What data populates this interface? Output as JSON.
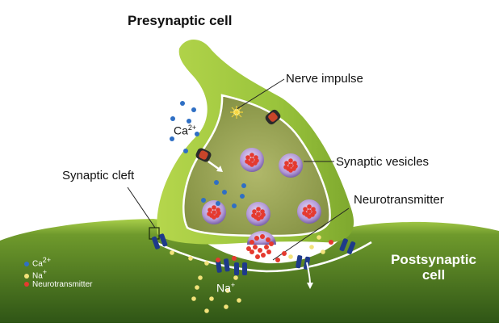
{
  "title": "Presynaptic cell",
  "labels": {
    "nerve_impulse": "Nerve impulse",
    "synaptic_vesicles": "Synaptic vesicles",
    "synaptic_cleft": "Synaptic cleft",
    "neurotransmitter": "Neurotransmitter",
    "postsynaptic_line1": "Postsynaptic",
    "postsynaptic_line2": "cell"
  },
  "ions": {
    "ca_base": "Ca",
    "ca_charge": "2+",
    "na_base": "Na",
    "na_charge": "+"
  },
  "legend": [
    {
      "base": "Ca",
      "charge": "2+",
      "color": "#2f6fc4"
    },
    {
      "base": "Na",
      "charge": "+",
      "color": "#f2e27a"
    },
    {
      "base": "Neurotransmitter",
      "charge": "",
      "color": "#e53a2f"
    }
  ],
  "colors": {
    "cell_green": "#9ac43c",
    "cell_light": "#c9e06a",
    "interior": "#8c9448",
    "post_dark": "#3d6b1f",
    "calcium": "#2f6fc4",
    "sodium": "#f2e27a",
    "transmitter": "#e53a2f",
    "vesicle": "#a98fd0"
  }
}
